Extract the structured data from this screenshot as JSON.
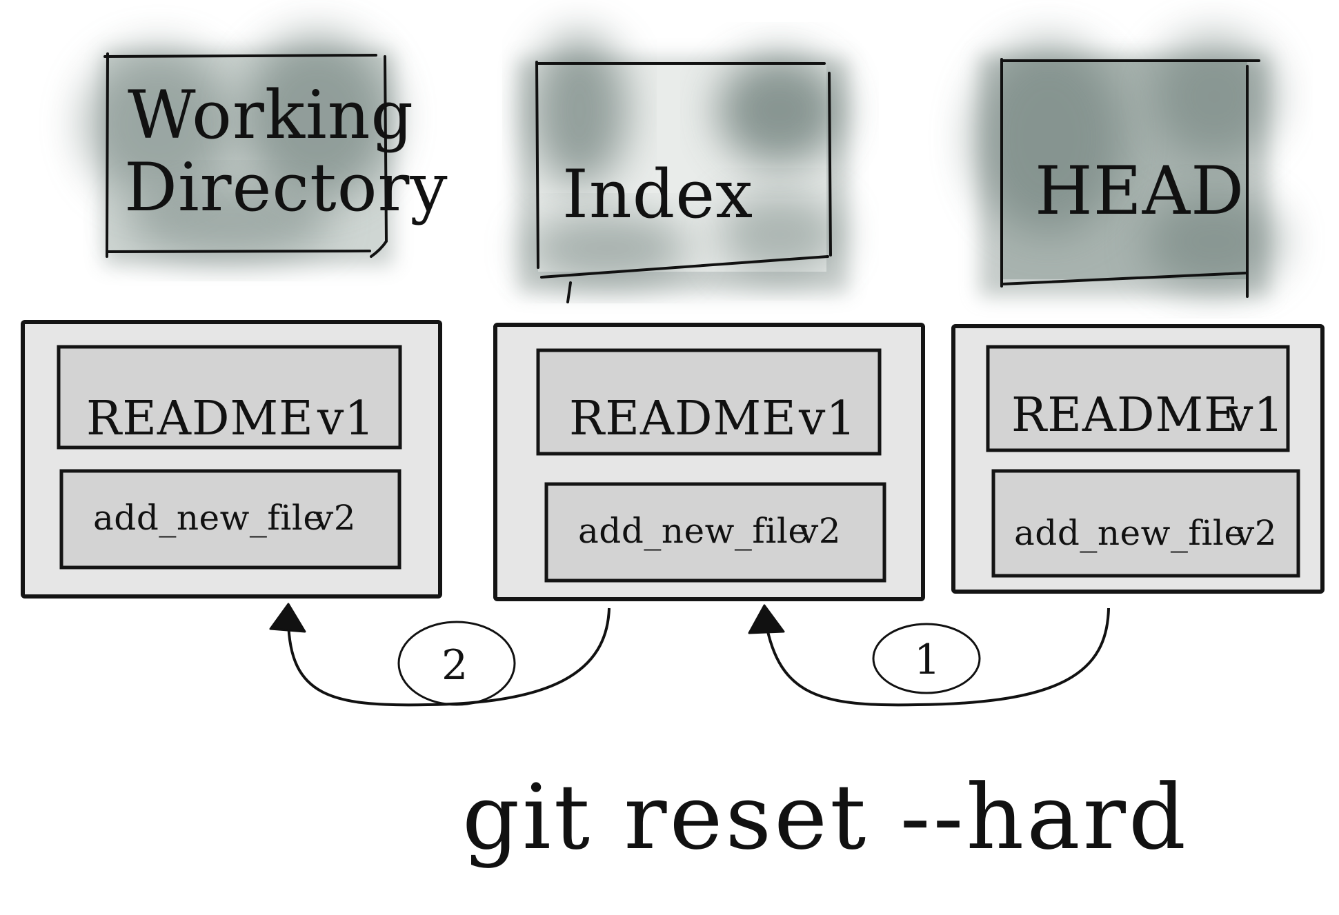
{
  "areas": [
    {
      "id": "working-directory",
      "title_line1": "Working",
      "title_line2": "Directory",
      "files": [
        {
          "name": "README",
          "version": "v1"
        },
        {
          "name": "add_new_file",
          "version": "v2"
        }
      ]
    },
    {
      "id": "index",
      "title_line1": "Index",
      "title_line2": "",
      "files": [
        {
          "name": "README",
          "version": "v1"
        },
        {
          "name": "add_new_file",
          "version": "v2"
        }
      ]
    },
    {
      "id": "head",
      "title_line1": "HEAD",
      "title_line2": "",
      "files": [
        {
          "name": "README",
          "version": "v1"
        },
        {
          "name": "add_new_file",
          "version": "v2"
        }
      ]
    }
  ],
  "steps": [
    {
      "number": "2",
      "from": "index",
      "to": "working-directory"
    },
    {
      "number": "1",
      "from": "head",
      "to": "index"
    }
  ],
  "command": "git reset --hard",
  "colors": {
    "ink": "#141414",
    "wash": "#6f807b",
    "box_fill": "#e6e6e6",
    "file_fill": "#d3d3d3"
  }
}
